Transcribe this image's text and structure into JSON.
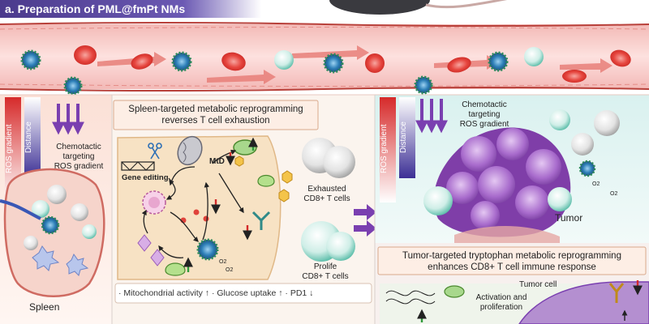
{
  "header": {
    "title": "a. Preparation of PML@fmPt NMs"
  },
  "spleen_panel": {
    "chemotactic_line1": "Chemotactic",
    "chemotactic_line2": "targeting",
    "chemotactic_line3": "ROS gradient",
    "distance": "Distance",
    "ros_gradient": "ROS gradient",
    "organ_label": "Spleen"
  },
  "center_panel": {
    "title_line1": "Spleen-targeted metabolic reprogramming",
    "title_line2": "reverses T cell exhaustion",
    "gene_editing": "Gene editing",
    "mtd": "MtD",
    "exhausted_line1": "Exhausted",
    "exhausted_line2": "CD8+ T cells",
    "prolife_line1": "Prolife",
    "prolife_line2": "CD8+ T cells",
    "o2_top": "O2",
    "o2_bottom": "O2",
    "bottom_bar": "· Mitochondrial activity ↑  · Glucose uptake ↑  · PD1 ↓"
  },
  "tumor_panel": {
    "chemotactic_line1": "Chemotactic",
    "chemotactic_line2": "targeting",
    "chemotactic_line3": "ROS gradient",
    "distance": "Distance",
    "ros_gradient": "ROS gradient",
    "tumor_label": "Tumor",
    "o2_a": "O2",
    "o2_b": "O2"
  },
  "bottom_right": {
    "title_line1": "Tumor-targeted tryptophan metabolic reprogramming",
    "title_line2": "enhances CD8+ T cell immune response",
    "activation_line1": "Activation and",
    "activation_line2": "proliferation",
    "tumor_cell": "Tumor cell"
  },
  "colors": {
    "banner": "#4b3a8c",
    "vessel": "#f7c9c7",
    "ros_gradient": "#d92b2b",
    "distance_gradient": "#4a3aa0",
    "nanoparticle": "#1e5e8c",
    "tumor": "#8b4fb3"
  },
  "icons": [
    "mouse-icon",
    "nanoparticle-icon",
    "red-blood-cell-icon",
    "t-cell-icon",
    "tumor-mass-icon",
    "macrophage-icon",
    "mitochondrion-icon",
    "dna-helix-icon",
    "scissors-icon",
    "arrow-up-icon",
    "arrow-down-icon"
  ]
}
